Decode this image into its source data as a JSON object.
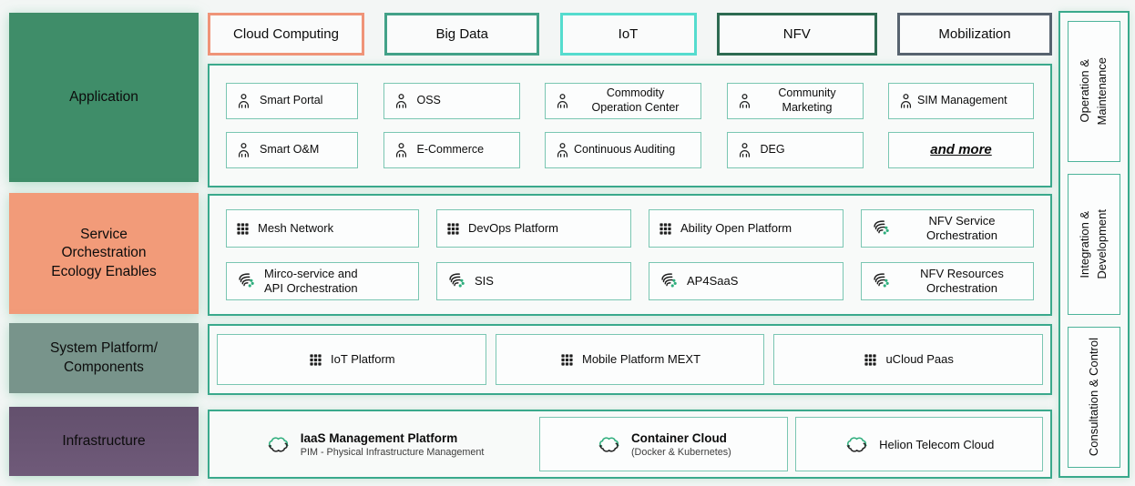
{
  "layers": [
    {
      "label": "Application",
      "color": "#3f8d69"
    },
    {
      "label": "Service\nOrchestration\nEcology Enables",
      "color": "#f29b79"
    },
    {
      "label": "System Platform/\nComponents",
      "color": "#78948b"
    },
    {
      "label": "Infrastructure",
      "color": "#6b5675"
    }
  ],
  "tabs": [
    {
      "label": "Cloud Computing",
      "border_color": "#ef9478"
    },
    {
      "label": "Big Data",
      "border_color": "#43a188"
    },
    {
      "label": "IoT",
      "border_color": "#55dcce"
    },
    {
      "label": "NFV",
      "border_color": "#2d6a51"
    },
    {
      "label": "Mobilization",
      "border_color": "#57636f"
    }
  ],
  "application": {
    "items": [
      {
        "icon": "person-icon",
        "label": "Smart Portal"
      },
      {
        "icon": "person-icon",
        "label": "OSS"
      },
      {
        "icon": "person-icon",
        "label": "Commodity\nOperation Center"
      },
      {
        "icon": "person-icon",
        "label": "Community\nMarketing"
      },
      {
        "icon": "person-icon",
        "label": "SIM Management"
      },
      {
        "icon": "person-icon",
        "label": "Smart O&M"
      },
      {
        "icon": "person-icon",
        "label": "E-Commerce"
      },
      {
        "icon": "person-icon",
        "label": "Continuous Auditing"
      },
      {
        "icon": "person-icon",
        "label": "DEG"
      },
      {
        "icon": "none",
        "label": "and more"
      }
    ]
  },
  "service": {
    "items": [
      {
        "icon": "grid-icon",
        "label": "Mesh Network"
      },
      {
        "icon": "grid-icon",
        "label": "DevOps Platform"
      },
      {
        "icon": "grid-icon",
        "label": "Ability Open Platform"
      },
      {
        "icon": "flow-icon",
        "label": "NFV Service\nOrchestration"
      },
      {
        "icon": "flow-icon",
        "label": "Mirco-service and\nAPI Orchestration"
      },
      {
        "icon": "flow-icon",
        "label": "SIS"
      },
      {
        "icon": "flow-icon",
        "label": "AP4SaaS"
      },
      {
        "icon": "flow-icon",
        "label": "NFV Resources\nOrchestration"
      }
    ]
  },
  "system": {
    "items": [
      {
        "icon": "grid-icon",
        "label": "IoT Platform"
      },
      {
        "icon": "grid-icon",
        "label": "Mobile Platform MEXT"
      },
      {
        "icon": "grid-icon",
        "label": "uCloud Paas"
      }
    ]
  },
  "infrastructure": {
    "items": [
      {
        "icon": "cloud-sync-icon",
        "title": "IaaS Management Platform",
        "subtitle": "PIM - Physical Infrastructure Management"
      },
      {
        "icon": "cloud-sync-icon",
        "title": "Container Cloud",
        "subtitle": "(Docker & Kubernetes)"
      },
      {
        "icon": "cloud-sync-icon",
        "title": "Helion Telecom Cloud",
        "subtitle": ""
      }
    ]
  },
  "right_rail": {
    "items": [
      {
        "label": "Operation &\nMaintenance"
      },
      {
        "label": "Integration &\nDevelopment"
      },
      {
        "label": "Consultation & Control"
      }
    ]
  },
  "colors": {
    "container_border": "#3aa98c",
    "item_border": "#7ac6b2",
    "accent_green": "#2fae7d",
    "background": "#f3f6f5"
  }
}
